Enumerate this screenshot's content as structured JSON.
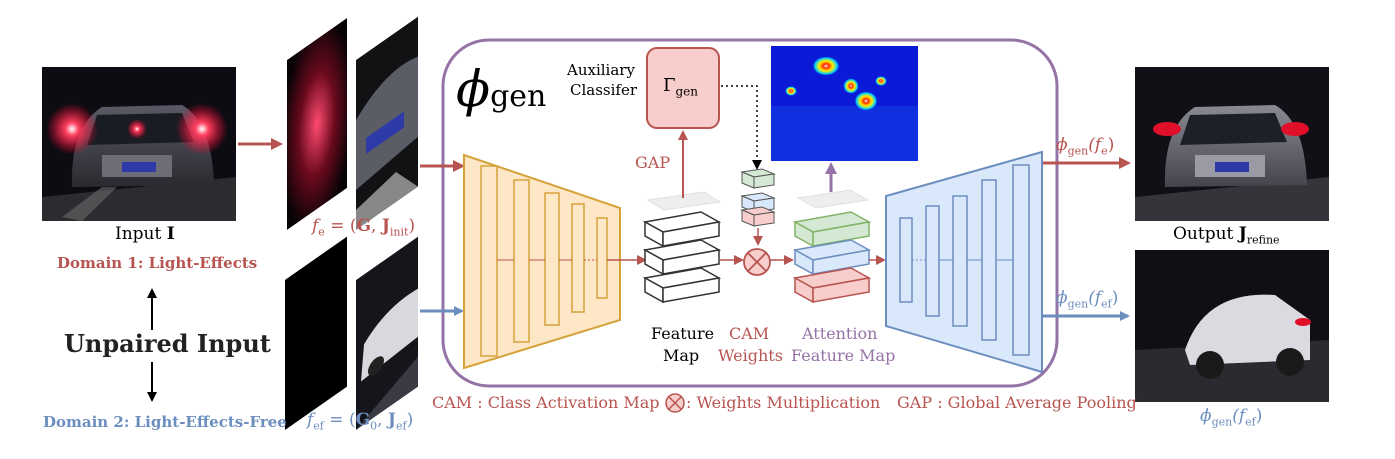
{
  "colors": {
    "red": "#b85450",
    "blue": "#6c8ebf",
    "purple": "#9673a6",
    "orange": "#d6a33a",
    "orange_fill": "#fde7c7",
    "blue_fill": "#dae8fc",
    "red_fill": "#f8cecc",
    "green_fill": "#d5e8d4",
    "green_edge": "#82b366"
  },
  "left": {
    "input_label": "Input",
    "input_symbol": "I",
    "domain1": "Domain 1: Light-Effects",
    "unpaired": "Unpaired Input",
    "domain2": "Domain 2: Light-Effects-Free",
    "fe_lhs": "f",
    "fe_sub": "e",
    "fe_rhs_open": " = (",
    "fe_G": "G",
    "fe_comma": ", ",
    "fe_J": "J",
    "fe_J_sub": "init",
    "fe_close": ")",
    "fef_lhs": "f",
    "fef_sub": "ef",
    "fef_rhs_open": " = (",
    "fef_G": "G",
    "fef_G_sub": "0",
    "fef_comma": ", ",
    "fef_J": "J",
    "fef_J_sub": "ef",
    "fef_close": ")"
  },
  "generator": {
    "phi": "ϕ",
    "phi_sub": "gen",
    "aux_line1": "Auxiliary",
    "aux_line2": "Classifer",
    "gamma": "Γ",
    "gamma_sub": "gen",
    "gap": "GAP",
    "feature_map_1": "Feature",
    "feature_map_2": "Map",
    "cam_1": "CAM",
    "cam_2": "Weights",
    "att_1": "Attention",
    "att_2": "Feature Map"
  },
  "legend": {
    "cam": "CAM : Class Activation Map",
    "mult": ": Weights Multiplication",
    "gap": "GAP : Global Average Pooling"
  },
  "right": {
    "out_fe_phi": "ϕ",
    "out_fe_sub": "gen",
    "out_fe_arg": "(f",
    "out_fe_arg_sub": "e",
    "out_fe_close": ")",
    "output_label": "Output",
    "output_symbol": "J",
    "output_sub": "refine",
    "out_fef_phi": "ϕ",
    "out_fef_sub": "gen",
    "out_fef_arg": "(f",
    "out_fef_arg_sub": "ef",
    "out_fef_close": ")",
    "bottom_phi": "ϕ",
    "bottom_sub": "gen",
    "bottom_arg": "(f",
    "bottom_arg_sub": "ef",
    "bottom_close": ")"
  }
}
